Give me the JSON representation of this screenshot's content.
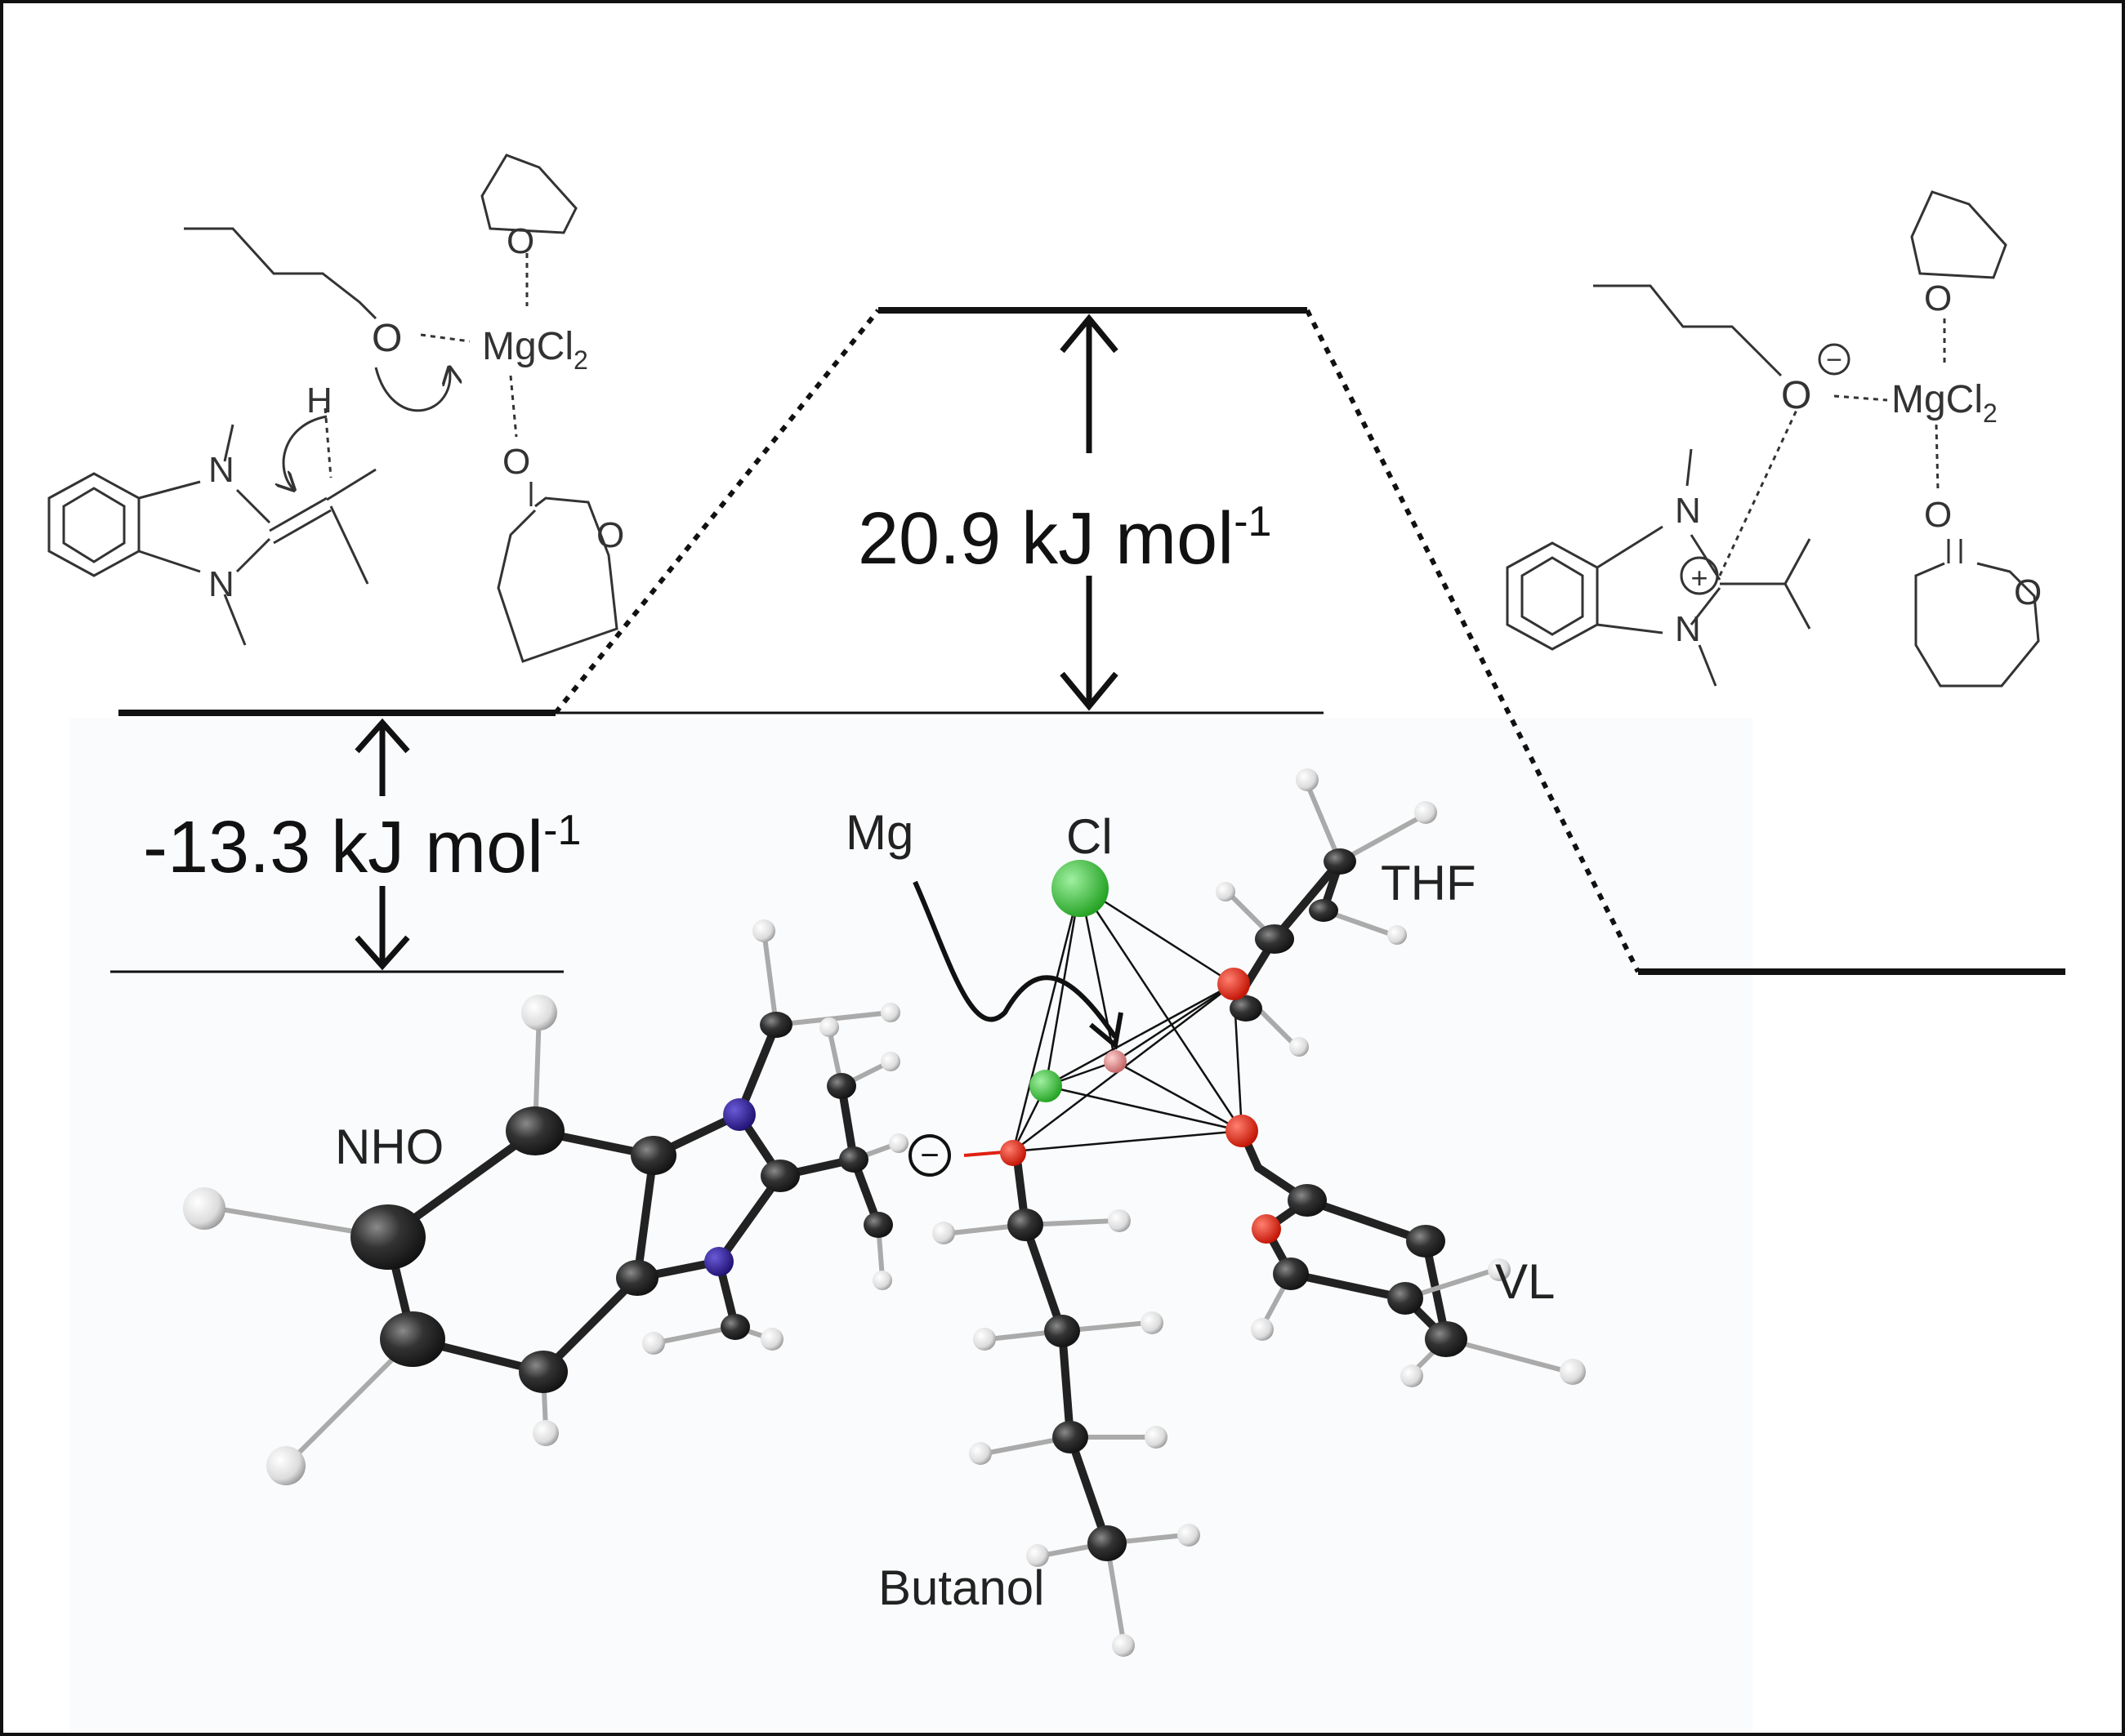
{
  "energy_labels": {
    "barrier": {
      "value": "20.9 kJ mol",
      "sup": "-1"
    },
    "complexation": {
      "value": "-13.3 kJ mol",
      "sup": "-1"
    }
  },
  "structure_labels": {
    "left": {
      "mg": "MgCl",
      "mg_sub": "2",
      "o": "O",
      "h": "H",
      "n_top": "N",
      "n_bottom": "N",
      "lactone_o1": "O",
      "lactone_o2": "O",
      "thf_o": "O"
    },
    "right": {
      "mg": "MgCl",
      "mg_sub": "2",
      "o_anion": "O",
      "anion_charge": "−",
      "n_top": "N",
      "n_bottom": "N",
      "cation_charge": "+",
      "lactone_o1": "O",
      "lactone_o2": "O",
      "thf_o": "O"
    }
  },
  "model_labels": {
    "mg": "Mg",
    "cl": "Cl",
    "thf": "THF",
    "nho": "NHO",
    "vl": "VL",
    "butanol": "Butanol",
    "charge": "−"
  },
  "colors": {
    "line": "#111111",
    "carbon": "#2b2b2b",
    "hydrogen": "#e6e6e6",
    "nitrogen": "#2a1a9a",
    "oxygen": "#e02010",
    "chlorine": "#3cc03c",
    "magnesium": "#e08080",
    "panel": "#fafbfc",
    "chem_text": "#333333"
  }
}
